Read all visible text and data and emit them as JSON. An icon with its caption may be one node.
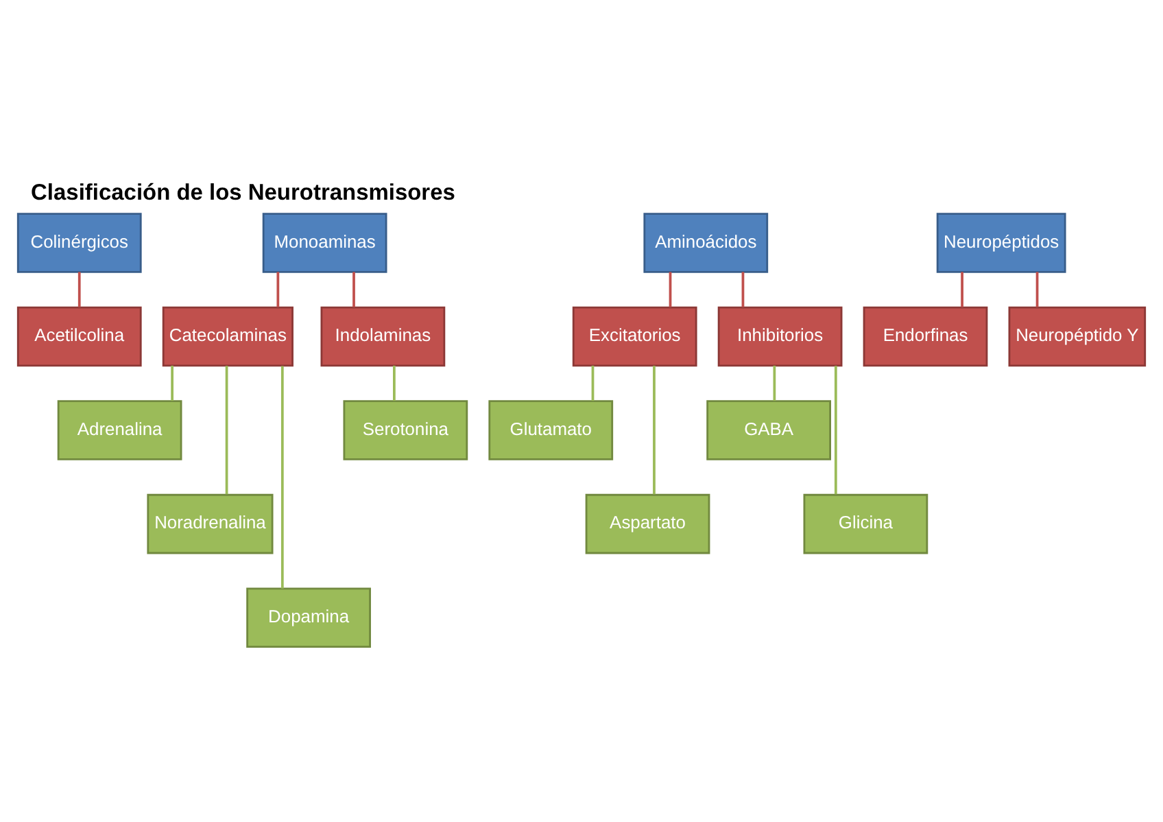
{
  "diagram": {
    "title": "Clasificación de los Neurotransmisores",
    "nodes": [
      {
        "text": [
          "Colinérgicos"
        ]
      },
      {
        "text": [
          "Monoaminas"
        ]
      },
      {
        "text": [
          "Aminoácidos"
        ]
      },
      {
        "text": [
          "Neuropéptidos"
        ]
      },
      {
        "text": [
          "Acetilcolina"
        ]
      },
      {
        "text": [
          "Catecolaminas"
        ]
      },
      {
        "text": [
          "Indolaminas"
        ]
      },
      {
        "text": [
          "Excitatorios"
        ]
      },
      {
        "text": [
          "Inhibitorios"
        ]
      },
      {
        "text": [
          "Endorfinas"
        ]
      },
      {
        "text": [
          "Neuropéptido Y"
        ]
      },
      {
        "text": [
          "Adrenalina"
        ]
      },
      {
        "text": [
          "Serotonina"
        ]
      },
      {
        "text": [
          "Glutamato"
        ]
      },
      {
        "text": [
          "GABA"
        ]
      },
      {
        "text": [
          "Noradrenalina"
        ]
      },
      {
        "text": [
          "Aspartato"
        ]
      },
      {
        "text": [
          "Glicina"
        ]
      },
      {
        "text": [
          "Dopamina"
        ]
      }
    ],
    "edges": [
      {
        "from": 0,
        "to": 4,
        "arrow": "none",
        "color": "#c0504d"
      },
      {
        "from": 1,
        "to": 5,
        "arrow": "none",
        "color": "#c0504d"
      },
      {
        "from": 1,
        "to": 6,
        "arrow": "none",
        "color": "#c0504d"
      },
      {
        "from": 2,
        "to": 7,
        "arrow": "none",
        "color": "#c0504d"
      },
      {
        "from": 2,
        "to": 8,
        "arrow": "none",
        "color": "#c0504d"
      },
      {
        "from": 3,
        "to": 9,
        "arrow": "none",
        "color": "#c0504d"
      },
      {
        "from": 3,
        "to": 10,
        "arrow": "none",
        "color": "#c0504d"
      },
      {
        "from": 5,
        "to": 11,
        "arrow": "none"
      },
      {
        "from": 5,
        "to": 15,
        "arrow": "none"
      },
      {
        "from": 5,
        "to": 18,
        "arrow": "none"
      },
      {
        "from": 6,
        "to": 12,
        "arrow": "none"
      },
      {
        "from": 7,
        "to": 13,
        "arrow": "none"
      },
      {
        "from": 7,
        "to": 16,
        "arrow": "none"
      },
      {
        "from": 8,
        "to": 14,
        "arrow": "none"
      },
      {
        "from": 8,
        "to": 17,
        "arrow": "none"
      }
    ]
  }
}
